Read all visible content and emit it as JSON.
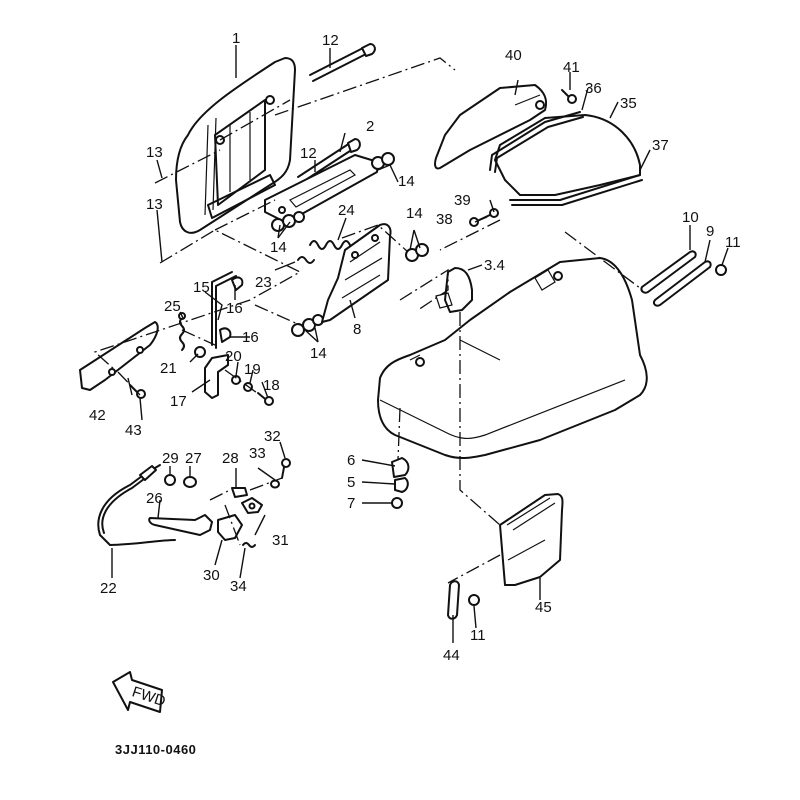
{
  "diagram": {
    "title": "Exploded parts diagram",
    "drawing_code": "3JJ110-0460",
    "fwd_arrow_label": "FWD",
    "labels": [
      {
        "id": "1",
        "text": "1"
      },
      {
        "id": "2",
        "text": "2"
      },
      {
        "id": "3.4",
        "text": "3.4"
      },
      {
        "id": "5",
        "text": "5"
      },
      {
        "id": "6",
        "text": "6"
      },
      {
        "id": "7",
        "text": "7"
      },
      {
        "id": "8",
        "text": "8"
      },
      {
        "id": "9",
        "text": "9"
      },
      {
        "id": "10",
        "text": "10"
      },
      {
        "id": "11a",
        "text": "11"
      },
      {
        "id": "11b",
        "text": "11"
      },
      {
        "id": "12a",
        "text": "12"
      },
      {
        "id": "12b",
        "text": "12"
      },
      {
        "id": "13a",
        "text": "13"
      },
      {
        "id": "13b",
        "text": "13"
      },
      {
        "id": "14a",
        "text": "14"
      },
      {
        "id": "14b",
        "text": "14"
      },
      {
        "id": "14c",
        "text": "14"
      },
      {
        "id": "14d",
        "text": "14"
      },
      {
        "id": "15",
        "text": "15"
      },
      {
        "id": "16a",
        "text": "16"
      },
      {
        "id": "16b",
        "text": "16"
      },
      {
        "id": "17",
        "text": "17"
      },
      {
        "id": "18",
        "text": "18"
      },
      {
        "id": "19",
        "text": "19"
      },
      {
        "id": "20",
        "text": "20"
      },
      {
        "id": "21",
        "text": "21"
      },
      {
        "id": "22",
        "text": "22"
      },
      {
        "id": "23",
        "text": "23"
      },
      {
        "id": "24",
        "text": "24"
      },
      {
        "id": "25",
        "text": "25"
      },
      {
        "id": "26",
        "text": "26"
      },
      {
        "id": "27",
        "text": "27"
      },
      {
        "id": "28",
        "text": "28"
      },
      {
        "id": "29",
        "text": "29"
      },
      {
        "id": "30",
        "text": "30"
      },
      {
        "id": "31",
        "text": "31"
      },
      {
        "id": "32",
        "text": "32"
      },
      {
        "id": "33",
        "text": "33"
      },
      {
        "id": "34",
        "text": "34"
      },
      {
        "id": "35",
        "text": "35"
      },
      {
        "id": "36",
        "text": "36"
      },
      {
        "id": "37",
        "text": "37"
      },
      {
        "id": "38",
        "text": "38"
      },
      {
        "id": "39",
        "text": "39"
      },
      {
        "id": "40",
        "text": "40"
      },
      {
        "id": "41",
        "text": "41"
      },
      {
        "id": "42",
        "text": "42"
      },
      {
        "id": "43",
        "text": "43"
      },
      {
        "id": "44",
        "text": "44"
      },
      {
        "id": "45",
        "text": "45"
      }
    ]
  }
}
